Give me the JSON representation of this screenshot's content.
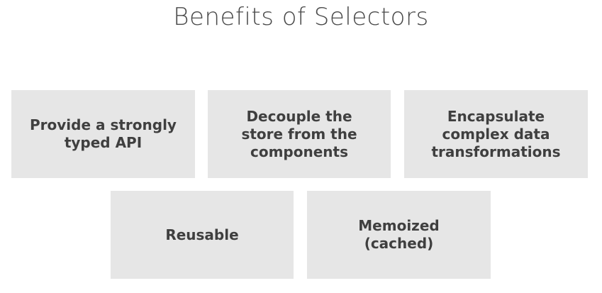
{
  "slide": {
    "title": "Benefits of Selectors",
    "cards": [
      {
        "label": "Provide a strongly\ntyped API"
      },
      {
        "label": "Decouple the\nstore from the\ncomponents"
      },
      {
        "label": "Encapsulate\ncomplex data\ntransformations"
      },
      {
        "label": "Reusable"
      },
      {
        "label": "Memoized\n(cached)"
      }
    ]
  }
}
